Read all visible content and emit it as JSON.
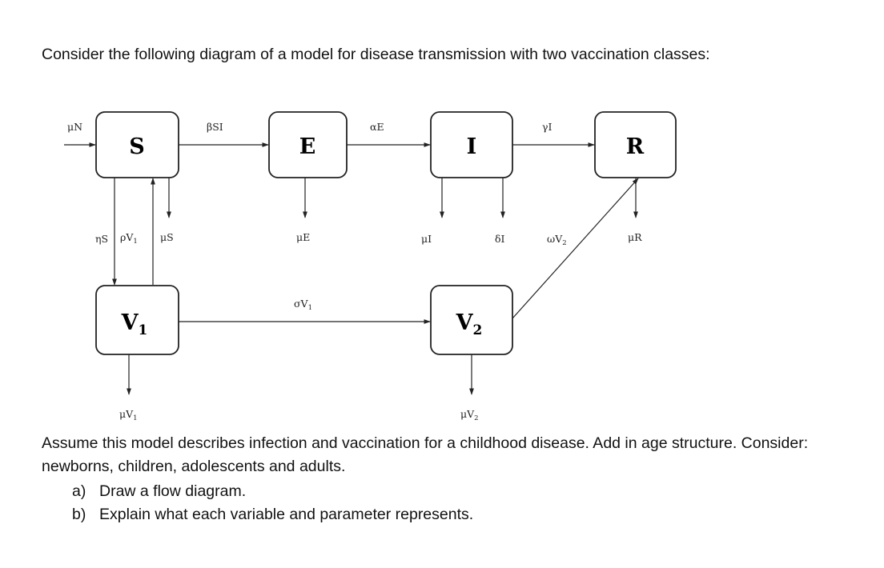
{
  "intro_text": "Consider the following diagram of a model for disease transmission with two vaccination classes:",
  "diagram": {
    "nodes": {
      "S": "S",
      "E": "E",
      "I": "I",
      "R": "R",
      "V1_main": "V",
      "V1_sub": "1",
      "V2_main": "V",
      "V2_sub": "2"
    },
    "rates": {
      "inflow": "μN",
      "beta": "βSI",
      "alpha": "αE",
      "gamma": "γI",
      "eta": "ηS",
      "rho_main": "ρV",
      "rho_sub": "1",
      "mu_s": "μS",
      "mu_e": "μE",
      "mu_i": "μI",
      "delta": "δI",
      "omega_main": "ωV",
      "omega_sub": "2",
      "mu_r": "μR",
      "sigma_main": "σV",
      "sigma_sub": "1",
      "mu_v1_main": "μV",
      "mu_v1_sub": "1",
      "mu_v2_main": "μV",
      "mu_v2_sub": "2"
    }
  },
  "assume_text": "Assume this model describes infection and vaccination for a childhood disease. Add in age structure. Consider: newborns, children, adolescents and adults.",
  "questions": [
    {
      "label": "a)",
      "text": "Draw a flow diagram."
    },
    {
      "label": "b)",
      "text": "Explain what each variable and parameter represents."
    }
  ]
}
